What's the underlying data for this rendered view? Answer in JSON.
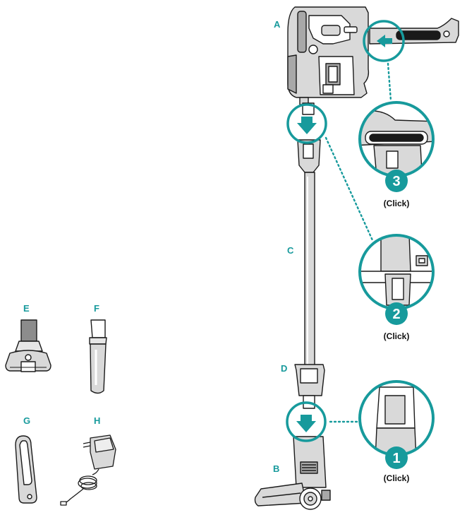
{
  "colors": {
    "accent": "#179a9c",
    "ink": "#1a1a1a",
    "shade": "#d9d9d9",
    "shade_dark": "#a8a8a8"
  },
  "labels": {
    "a": "A",
    "b": "B",
    "c": "C",
    "d": "D",
    "e": "E",
    "f": "F",
    "g": "G",
    "h": "H"
  },
  "steps": [
    {
      "number": "3",
      "caption": "(Click)"
    },
    {
      "number": "2",
      "caption": "(Click)"
    },
    {
      "number": "1",
      "caption": "(Click)"
    }
  ],
  "icons": {
    "insert_arrow": "arrow-left-icon",
    "down_arrow": "arrow-down-icon"
  }
}
